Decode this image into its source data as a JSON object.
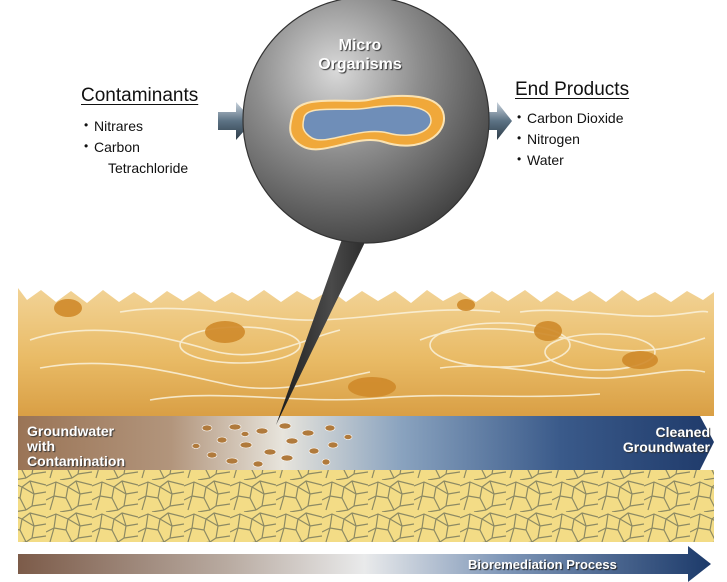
{
  "microorganisms": {
    "line1": "Micro",
    "line2": "Organisms"
  },
  "contaminants": {
    "heading": "Contaminants",
    "items": [
      "Nitrares",
      "Carbon",
      "Tetrachloride"
    ]
  },
  "end_products": {
    "heading": "End Products",
    "items": [
      "Carbon Dioxide",
      "Nitrogen",
      "Water"
    ]
  },
  "groundwater": {
    "contaminated": {
      "line1": "Groundwater",
      "line2": "with",
      "line3": "Contamination"
    },
    "cleaned": {
      "line1": "Cleaned",
      "line2": "Groundwater"
    }
  },
  "process": {
    "label": "Bioremediation Process"
  },
  "colors": {
    "soil": "#e8b860",
    "soil_light": "#f2d396",
    "contaminated_water": "#9a7456",
    "clean_water": "#1f3a6a",
    "organism_ring": "#e79a2e",
    "organism_core": "#6f8eb8",
    "gravel": "#f2dc84"
  }
}
